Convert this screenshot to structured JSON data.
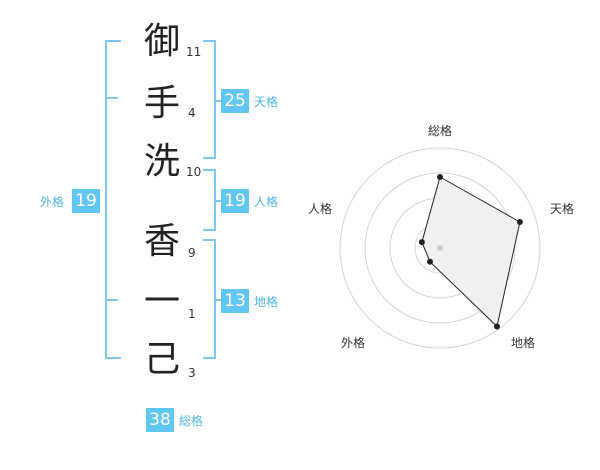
{
  "name": {
    "chars": [
      {
        "char": "御",
        "strokes": "11"
      },
      {
        "char": "手",
        "strokes": "4"
      },
      {
        "char": "洗",
        "strokes": "10"
      },
      {
        "char": "香",
        "strokes": "9"
      },
      {
        "char": "一",
        "strokes": "1"
      },
      {
        "char": "己",
        "strokes": "3"
      }
    ]
  },
  "fortunes": {
    "tenkaku": {
      "value": "25",
      "label": "天格"
    },
    "jinkaku": {
      "value": "19",
      "label": "人格"
    },
    "chikaku": {
      "value": "13",
      "label": "地格"
    },
    "gaikaku": {
      "value": "19",
      "label": "外格"
    },
    "soukaku": {
      "value": "38",
      "label": "総格"
    }
  },
  "radar": {
    "labels": {
      "soukaku": "総格",
      "tenkaku": "天格",
      "chikaku": "地格",
      "gaikaku": "外格",
      "jinkaku": "人格"
    },
    "accent": "#62c6f3"
  },
  "chart_data": {
    "type": "radar",
    "axes": [
      "総格",
      "天格",
      "地格",
      "外格",
      "人格"
    ],
    "values": [
      0.71,
      0.84,
      0.97,
      0.17,
      0.19
    ],
    "rmax": 1,
    "rings": 4
  }
}
